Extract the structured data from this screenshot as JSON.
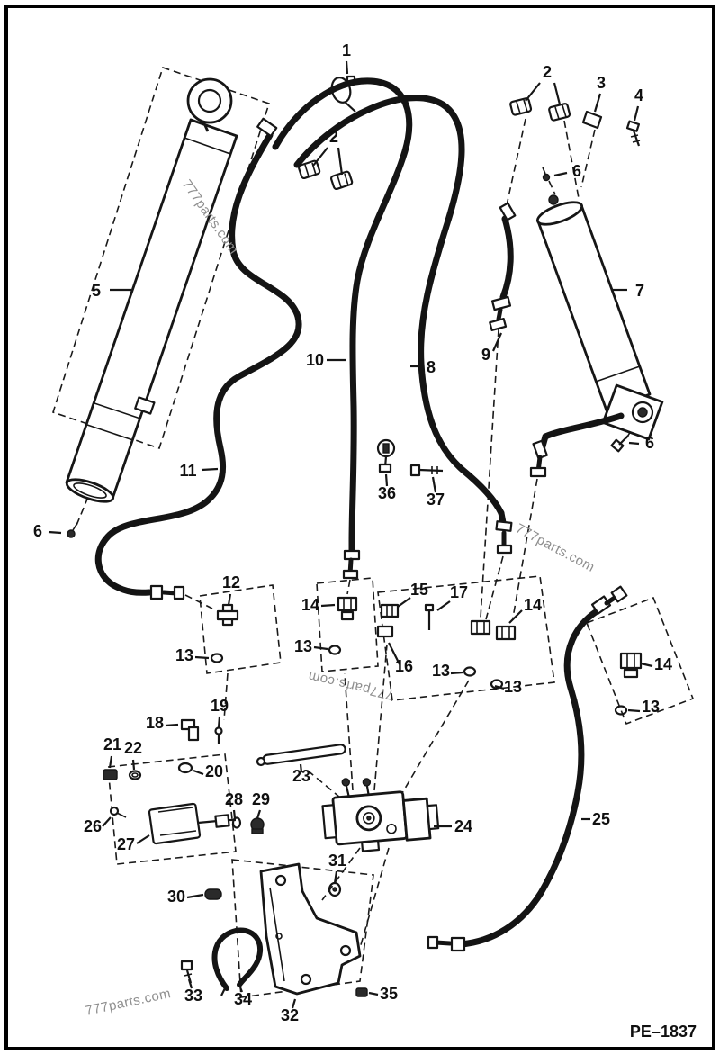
{
  "meta": {
    "watermark": "777parts.com",
    "drawing_number": "PE–1837"
  },
  "callouts": [
    "1",
    "2",
    "2",
    "3",
    "4",
    "5",
    "6",
    "7",
    "6",
    "8",
    "9",
    "10",
    "11",
    "6",
    "36",
    "37",
    "12",
    "14",
    "13",
    "15",
    "17",
    "16",
    "13",
    "14",
    "13",
    "14",
    "13",
    "18",
    "19",
    "21",
    "22",
    "20",
    "23",
    "26",
    "27",
    "28",
    "29",
    "24",
    "25",
    "31",
    "30",
    "33",
    "34",
    "32",
    "35",
    "13"
  ]
}
